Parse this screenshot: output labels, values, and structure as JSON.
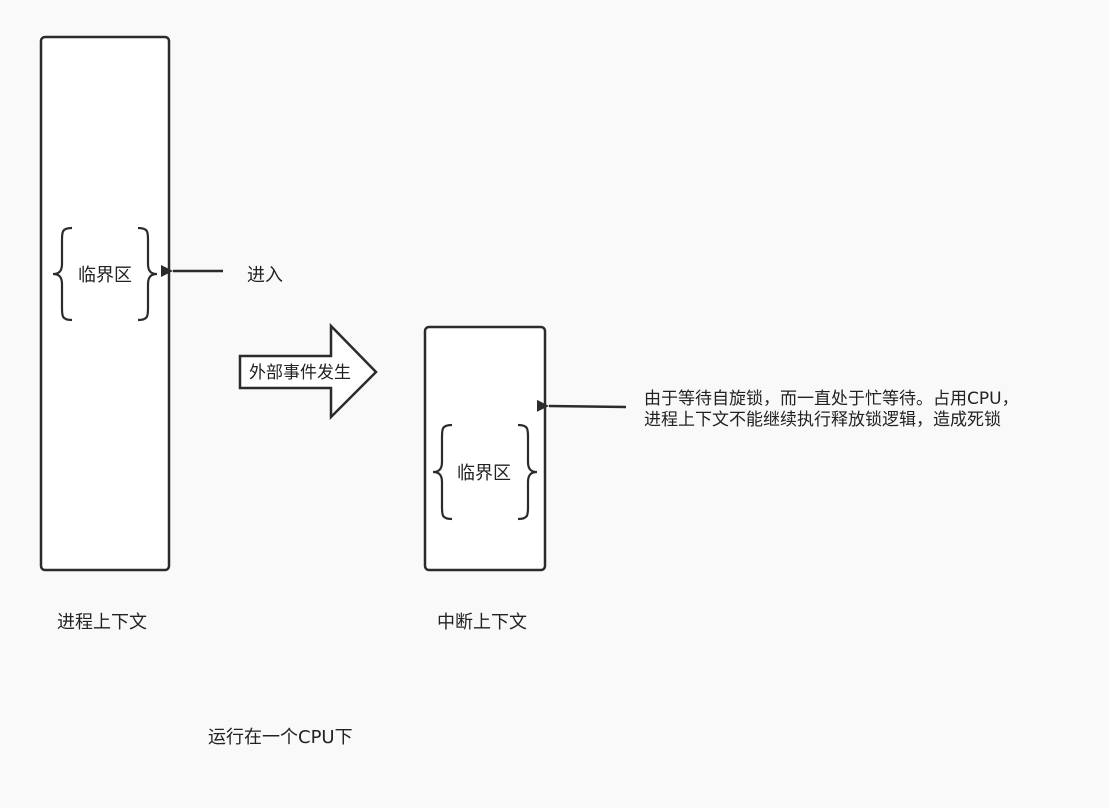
{
  "process_context": {
    "title": "进程上下文",
    "critical_section": "临界区",
    "enter_label": "进入"
  },
  "external_event": {
    "label": "外部事件发生"
  },
  "interrupt_context": {
    "title": "中断上下文",
    "critical_section": "临界区"
  },
  "deadlock_note": {
    "line1": "由于等待自旋锁，而一直处于忙等待。占用CPU，",
    "line2": "进程上下文不能继续执行释放锁逻辑，造成死锁"
  },
  "footer": {
    "cpu_note": "运行在一个CPU下"
  }
}
